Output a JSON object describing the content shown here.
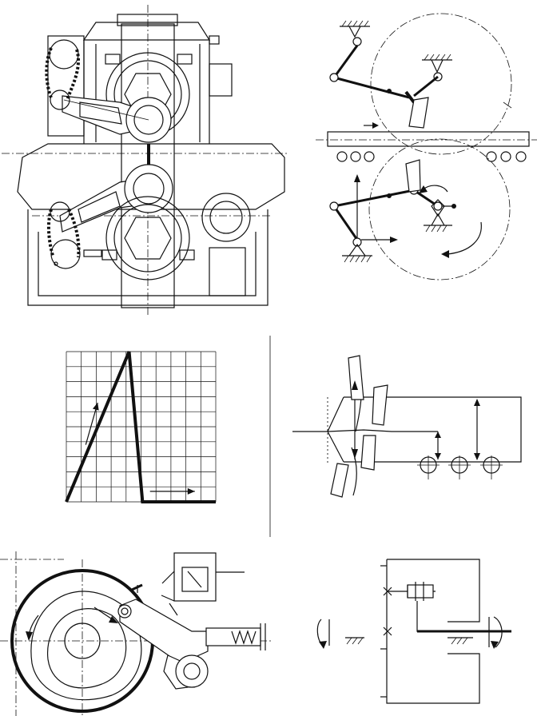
{
  "figures": [
    {
      "id": "gearbox-section",
      "kind": "mechanical cross-section drawing"
    },
    {
      "id": "feed-linkage",
      "kind": "kinematic schematic"
    },
    {
      "id": "speed-graph",
      "kind": "graph"
    },
    {
      "id": "cutter-bar",
      "kind": "schematic"
    },
    {
      "id": "cam-mechanism",
      "kind": "mechanical drawing"
    },
    {
      "id": "gear-train",
      "kind": "kinematic schematic"
    }
  ],
  "chart_data": {
    "type": "line",
    "title": "",
    "xlabel": "",
    "ylabel": "",
    "grid": true,
    "columns": 10,
    "rows": 10,
    "xlim": [
      0,
      10
    ],
    "ylim": [
      0,
      10
    ],
    "series": [
      {
        "x": [
          0,
          4.2,
          5.1,
          10
        ],
        "y": [
          0,
          10,
          0,
          0
        ]
      }
    ],
    "arrows": [
      {
        "from": [
          1.3,
          3.8
        ],
        "to": [
          2.1,
          6.6
        ]
      },
      {
        "from": [
          5.6,
          0.7
        ],
        "to": [
          8.6,
          0.7
        ]
      }
    ]
  }
}
